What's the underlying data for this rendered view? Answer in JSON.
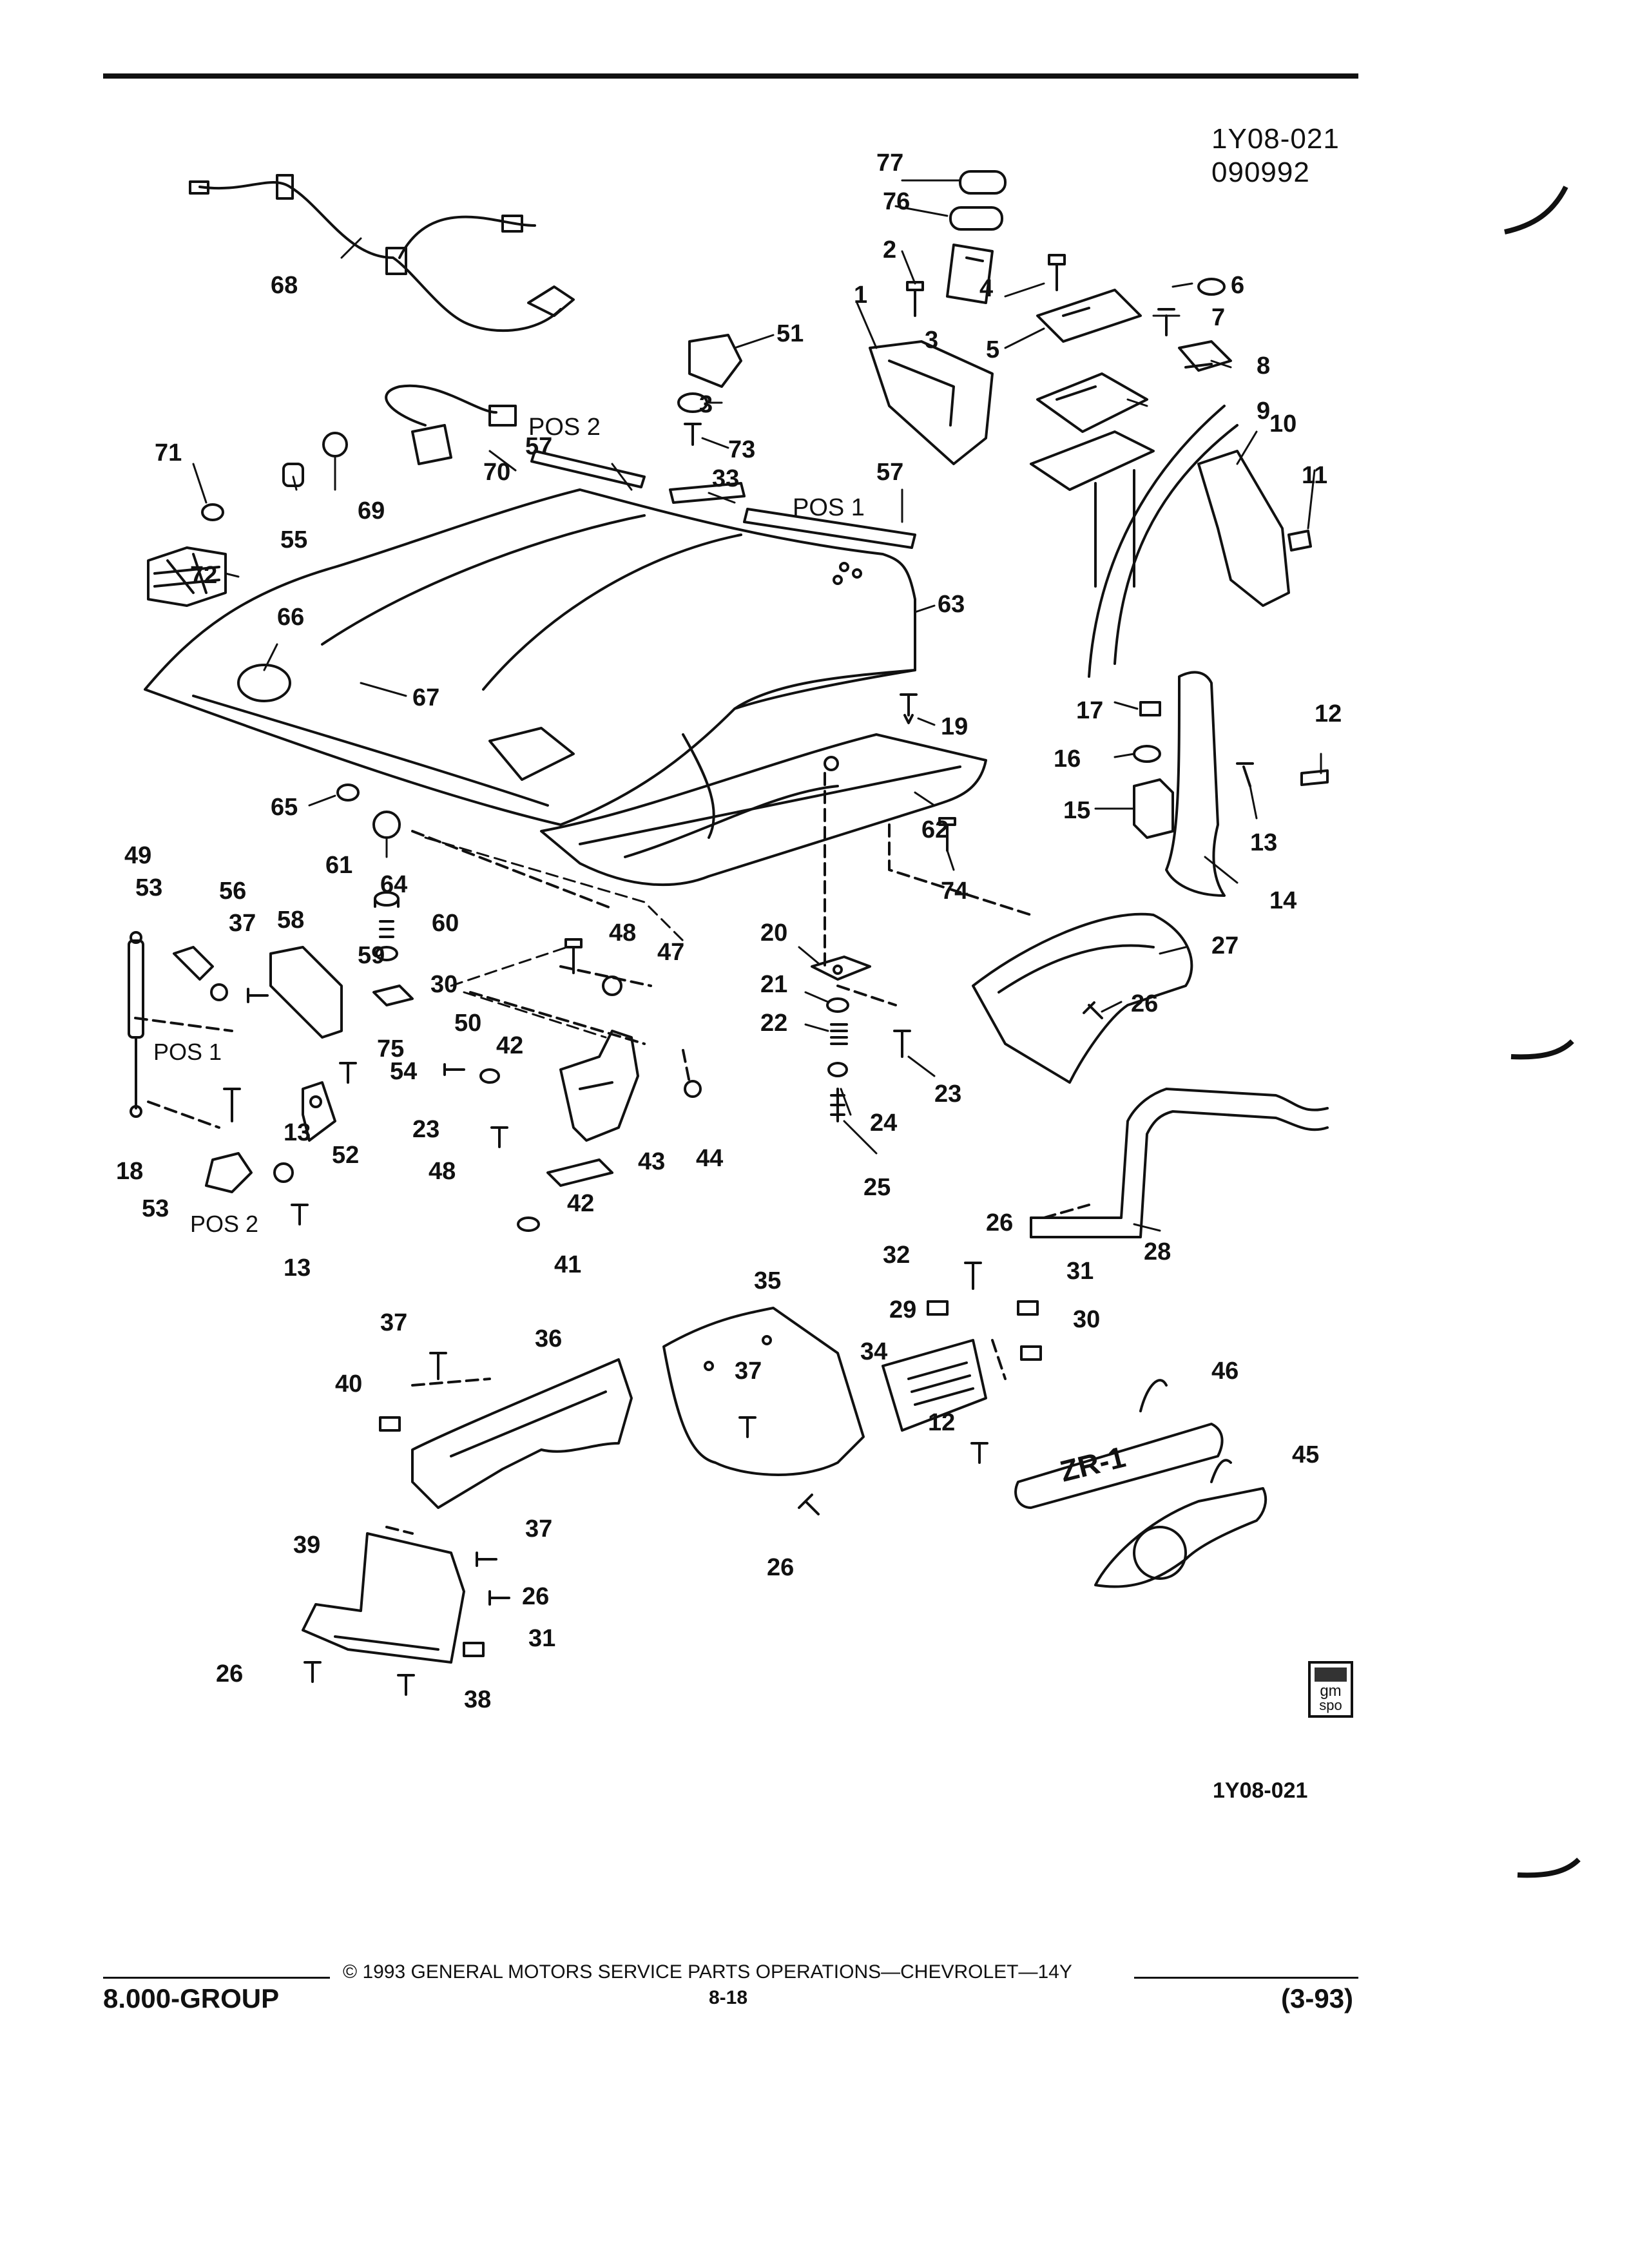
{
  "header": {
    "illustration_id": "1Y08-021",
    "date_code": "090992"
  },
  "footer": {
    "illustration_id": "1Y08-021",
    "copyright": "© 1993 GENERAL MOTORS SERVICE PARTS OPERATIONS—CHEVROLET—14Y",
    "group": "8.000-GROUP",
    "page": "8-18",
    "revision": "(3-93)"
  },
  "logo": {
    "line1": "gm",
    "line2": "spo"
  },
  "callouts": [
    {
      "label": "1"
    },
    {
      "label": "2"
    },
    {
      "label": "3"
    },
    {
      "label": "3"
    },
    {
      "label": "4"
    },
    {
      "label": "5"
    },
    {
      "label": "6"
    },
    {
      "label": "7"
    },
    {
      "label": "8"
    },
    {
      "label": "9"
    },
    {
      "label": "10"
    },
    {
      "label": "11"
    },
    {
      "label": "12"
    },
    {
      "label": "12"
    },
    {
      "label": "13"
    },
    {
      "label": "13"
    },
    {
      "label": "13"
    },
    {
      "label": "14"
    },
    {
      "label": "15"
    },
    {
      "label": "16"
    },
    {
      "label": "17"
    },
    {
      "label": "18"
    },
    {
      "label": "19"
    },
    {
      "label": "20"
    },
    {
      "label": "21"
    },
    {
      "label": "22"
    },
    {
      "label": "23"
    },
    {
      "label": "23"
    },
    {
      "label": "24"
    },
    {
      "label": "25"
    },
    {
      "label": "26"
    },
    {
      "label": "26"
    },
    {
      "label": "26"
    },
    {
      "label": "26"
    },
    {
      "label": "26"
    },
    {
      "label": "27"
    },
    {
      "label": "28"
    },
    {
      "label": "29"
    },
    {
      "label": "30"
    },
    {
      "label": "30"
    },
    {
      "label": "31"
    },
    {
      "label": "31"
    },
    {
      "label": "32"
    },
    {
      "label": "33"
    },
    {
      "label": "34"
    },
    {
      "label": "35"
    },
    {
      "label": "36"
    },
    {
      "label": "37"
    },
    {
      "label": "37"
    },
    {
      "label": "37"
    },
    {
      "label": "37"
    },
    {
      "label": "38"
    },
    {
      "label": "39"
    },
    {
      "label": "40"
    },
    {
      "label": "41"
    },
    {
      "label": "42"
    },
    {
      "label": "42"
    },
    {
      "label": "43"
    },
    {
      "label": "44"
    },
    {
      "label": "45"
    },
    {
      "label": "46"
    },
    {
      "label": "47"
    },
    {
      "label": "48"
    },
    {
      "label": "48"
    },
    {
      "label": "49"
    },
    {
      "label": "50"
    },
    {
      "label": "51"
    },
    {
      "label": "52"
    },
    {
      "label": "53"
    },
    {
      "label": "53"
    },
    {
      "label": "54"
    },
    {
      "label": "55"
    },
    {
      "label": "56"
    },
    {
      "label": "57"
    },
    {
      "label": "57"
    },
    {
      "label": "58"
    },
    {
      "label": "59"
    },
    {
      "label": "60"
    },
    {
      "label": "61"
    },
    {
      "label": "62"
    },
    {
      "label": "63"
    },
    {
      "label": "64"
    },
    {
      "label": "65"
    },
    {
      "label": "66"
    },
    {
      "label": "67"
    },
    {
      "label": "68"
    },
    {
      "label": "69"
    },
    {
      "label": "70"
    },
    {
      "label": "71"
    },
    {
      "label": "72"
    },
    {
      "label": "73"
    },
    {
      "label": "74"
    },
    {
      "label": "75"
    },
    {
      "label": "76"
    },
    {
      "label": "77"
    }
  ],
  "position_labels": [
    {
      "label": "POS 2"
    },
    {
      "label": "POS 1"
    },
    {
      "label": "POS 1"
    },
    {
      "label": "POS 2"
    }
  ],
  "emblem_text": {
    "zr1": "ZR-1"
  }
}
